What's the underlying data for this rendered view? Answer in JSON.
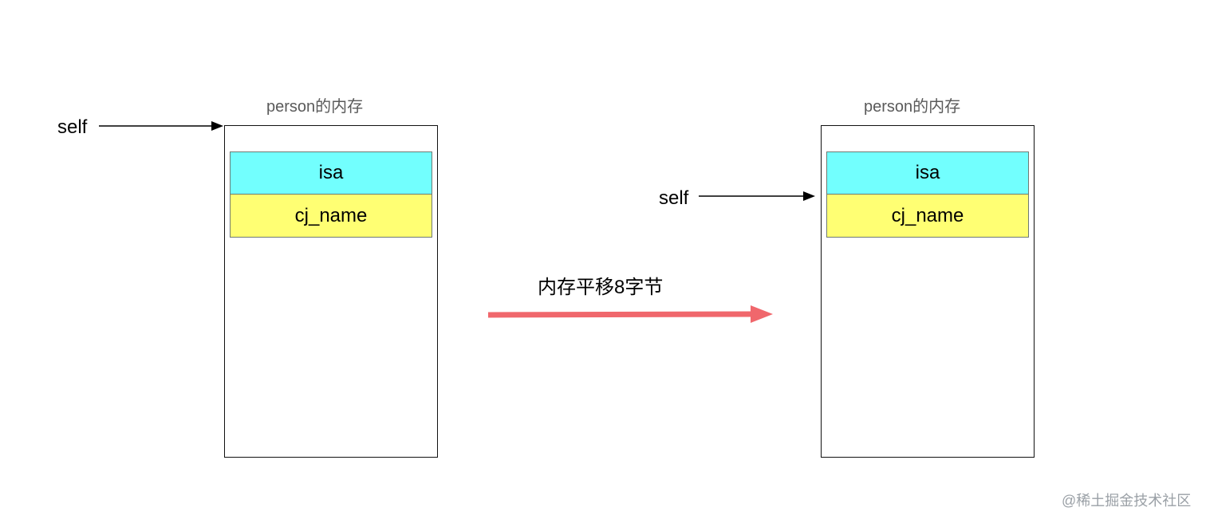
{
  "left_panel": {
    "title": "person的内存",
    "pointer_label": "self",
    "fields": [
      {
        "label": "isa",
        "color": "#72fffe"
      },
      {
        "label": "cj_name",
        "color": "#ffff73"
      }
    ]
  },
  "right_panel": {
    "title": "person的内存",
    "pointer_label": "self",
    "fields": [
      {
        "label": "isa",
        "color": "#72fffe"
      },
      {
        "label": "cj_name",
        "color": "#ffff73"
      }
    ]
  },
  "transition": {
    "label": "内存平移8字节",
    "arrow_color": "#f0676c"
  },
  "watermark": {
    "text": "@稀土掘金技术社区"
  }
}
